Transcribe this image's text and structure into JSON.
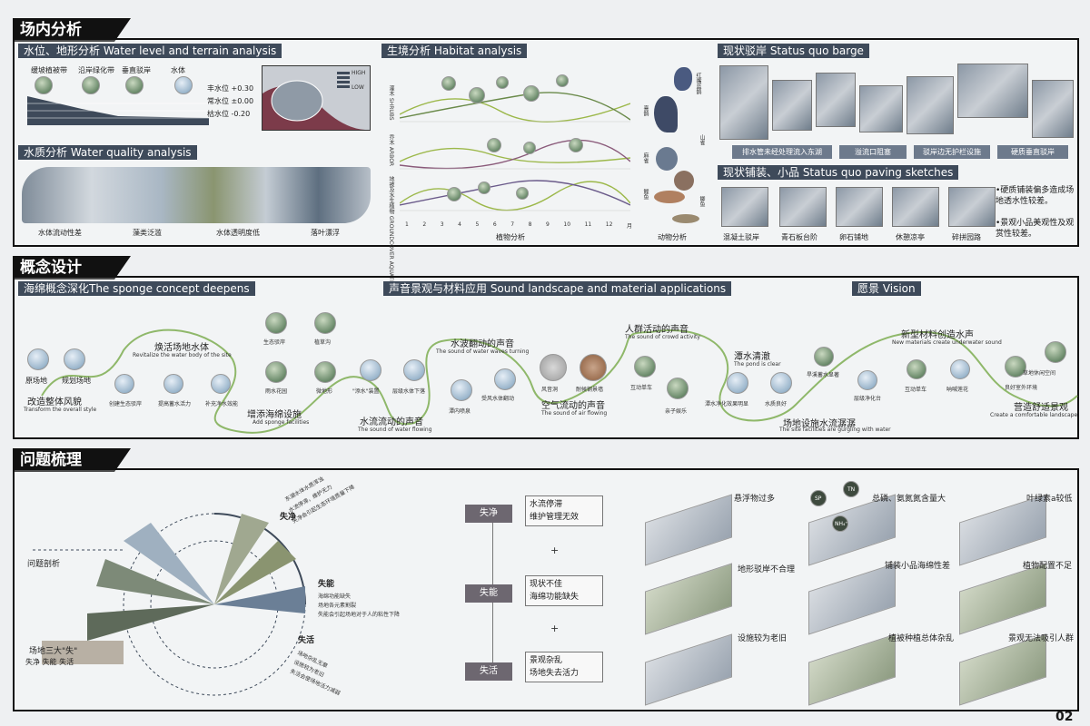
{
  "sections": {
    "s1": "场内分析",
    "s2": "概念设计",
    "s3": "问题梳理"
  },
  "water_terrain": {
    "header": "水位、地形分析 Water level and terrain analysis",
    "labels": [
      "缓坡植被带",
      "沿岸绿化带",
      "垂直驳岸",
      "水体"
    ],
    "levels": [
      "丰水位 +0.30",
      "常水位 ±0.00",
      "枯水位 -0.20"
    ],
    "legend": [
      "HIGH",
      "LOW"
    ]
  },
  "water_quality": {
    "header": "水质分析 Water quality analysis",
    "items": [
      "水体流动性差",
      "藻类泛滥",
      "水体透明度低",
      "落叶漂浮"
    ]
  },
  "habitat": {
    "header": "生境分析 Habitat analysis",
    "rows": [
      "灌木 SHRUBS",
      "乔木 ARBOR",
      "地被及水生植物 GROUNDCOVER AQUATIC"
    ],
    "months": [
      "1",
      "2",
      "3",
      "4",
      "5",
      "6",
      "7",
      "8",
      "9",
      "10",
      "11",
      "12",
      "月"
    ],
    "plant_caption": "植物分析",
    "animal_caption": "动物分析",
    "animals": [
      "红嘴蓝鹊",
      "喜鹊",
      "山雀",
      "麻雀",
      "鲤鱼",
      "鲫鱼"
    ]
  },
  "barge": {
    "header": "现状驳岸 Status quo barge",
    "items": [
      "排水管未经处理流入东湖",
      "溢流口阻塞",
      "驳岸边无护栏设施",
      "硬质垂直驳岸"
    ]
  },
  "paving": {
    "header": "现状铺装、小品 Status quo paving sketches",
    "items": [
      "混凝土驳岸",
      "青石板台阶",
      "卵石铺地",
      "休憩凉亭",
      "碎拼园路"
    ],
    "notes": [
      "•硬质铺装偏多造成场地透水性较差。",
      "•景观小品美观性及观赏性较差。"
    ]
  },
  "concept": {
    "h1": "海绵概念深化The sponge concept deepens",
    "h2": "声音景观与材料应用 Sound landscape and material applications",
    "h3": "愿景 Vision",
    "n1": "原场地",
    "n2": "规划场地",
    "t1": "改造整体风貌",
    "t1e": "Transform the overall style",
    "t2": "焕活场地水体",
    "t2e": "Revitalize the water body of the site",
    "n3": "创建生态驳岸",
    "n4": "提高蓄水活力",
    "n5": "补充净水效能",
    "n6": "生态驳岸",
    "n7": "植草沟",
    "n8": "雨水花园",
    "n9": "微地形",
    "t3": "增添海绵设施",
    "t3e": "Add sponge facilities",
    "n10": "\"添水\"装置",
    "n11": "层级水体下落",
    "t4": "水流流动的声音",
    "t4e": "The sound of water flowing",
    "t5": "水波翻动的声音",
    "t5e": "The sound of water waves turning",
    "n12": "潭内喷泉",
    "n13": "受风水体翻动",
    "n14": "风音洞",
    "n15": "耐候钢景墙",
    "t6": "空气流动的声音",
    "t6e": "The sound of air flowing",
    "t7": "人群活动的声音",
    "t7e": "The sound of crowd activity",
    "n16": "互动单车",
    "n17": "亲子娱乐",
    "t8": "潭水清澈",
    "t8e": "The pond is clear",
    "n18": "潭水净化效果明显",
    "n19": "水质良好",
    "n20": "旱溪蓄水显著",
    "n21": "层级净化台",
    "t9": "场地设施水流潺潺",
    "t9e": "The site facilities are gurgling with water",
    "t10": "新型材料创造水声",
    "t10e": "New materials create underwater sound",
    "n22": "互动单车",
    "n23": "呐喊莲花",
    "n24": "草地休闲空间",
    "n25": "良好室外环境",
    "t11": "营造舒适景观",
    "t11e": "Create a comfortable landscape"
  },
  "problems": {
    "left_label": "问题剖析",
    "three": "场地三大\"失\"",
    "three_items": "失净 失能 失活",
    "ring1_title": "失净",
    "ring1": [
      "东湖水体水质浑浊",
      "水流停滞，维护无力",
      "失净会引起生态环境质量下降"
    ],
    "ring2_title": "失能",
    "ring2": [
      "海绵功能缺失",
      "场地各元素割裂",
      "失能会引起场地对于人的粘性下降"
    ],
    "ring3_title": "失活",
    "ring3": [
      "场地杂乱无章",
      "设施较为老旧",
      "失活会使场地活力减弱"
    ],
    "groups": [
      {
        "k": "失净",
        "a": "水流停滞",
        "b": "维护管理无效"
      },
      {
        "k": "失能",
        "a": "现状不佳",
        "b": "海绵功能缺失"
      },
      {
        "k": "失活",
        "a": "景观杂乱",
        "b": "场地失去活力"
      }
    ],
    "iso": [
      "悬浮物过多",
      "总磷、氨氮氮含量大",
      "叶绿素a较低",
      "地形驳岸不合理",
      "铺装小品海绵性差",
      "植物配置不足",
      "设施较为老旧",
      "植被种植总体杂乱",
      "景观无法吸引人群"
    ],
    "chem": [
      "SP",
      "TN",
      "NH₄⁺"
    ]
  },
  "page_number": "02"
}
